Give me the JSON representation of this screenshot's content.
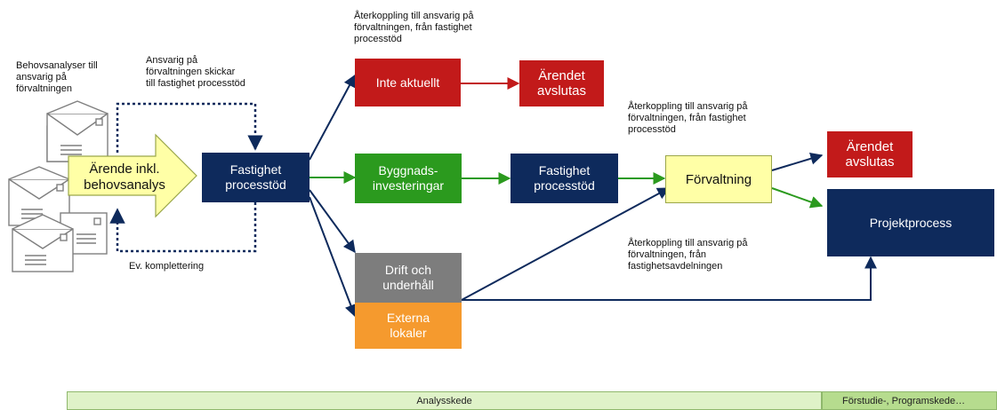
{
  "notes": {
    "behovsanalyser": "Behovsanalyser till\nansvarig på\nförvaltningen",
    "ansvarig_skickar": "Ansvarig på\nförvaltningen skickar\ntill fastighet processtöd",
    "aterkoppling_top": "Återkoppling till ansvarig på\nförvaltningen, från fastighet\nprocesstöd",
    "aterkoppling_mid": "Återkoppling till ansvarig på\nförvaltningen, från fastighet\nprocesstöd",
    "aterkoppling_bottom": "Återkoppling till ansvarig på\nförvaltningen, från\nfastighetsavdelningen",
    "komplettering": "Ev. komplettering"
  },
  "boxes": {
    "arende": "Ärende inkl.\nbehovsanalys",
    "fastighet1": "Fastighet\nprocesstöd",
    "inte_aktuellt": "Inte aktuellt",
    "arendet_avslutas1": "Ärendet\navslutas",
    "bygg": "Byggnads-\ninvesteringar",
    "fastighet2": "Fastighet\nprocesstöd",
    "forvaltning": "Förvaltning",
    "arendet_avslutas2": "Ärendet\navslutas",
    "projektprocess": "Projektprocess",
    "drift": "Drift och\nunderhåll",
    "externa": "Externa\nlokaler"
  },
  "phases": {
    "analys": "Analysskede",
    "forstudie": "Förstudie-, Programskede…"
  },
  "colors": {
    "navy": "#0e2a5c",
    "red": "#c21a1a",
    "green": "#2b9a1e",
    "gray": "#7d7d7d",
    "orange": "#f59a2e",
    "yellow": "#ffffa6",
    "phase_light": "#dff2c8",
    "phase_dark": "#b6dc8e"
  }
}
